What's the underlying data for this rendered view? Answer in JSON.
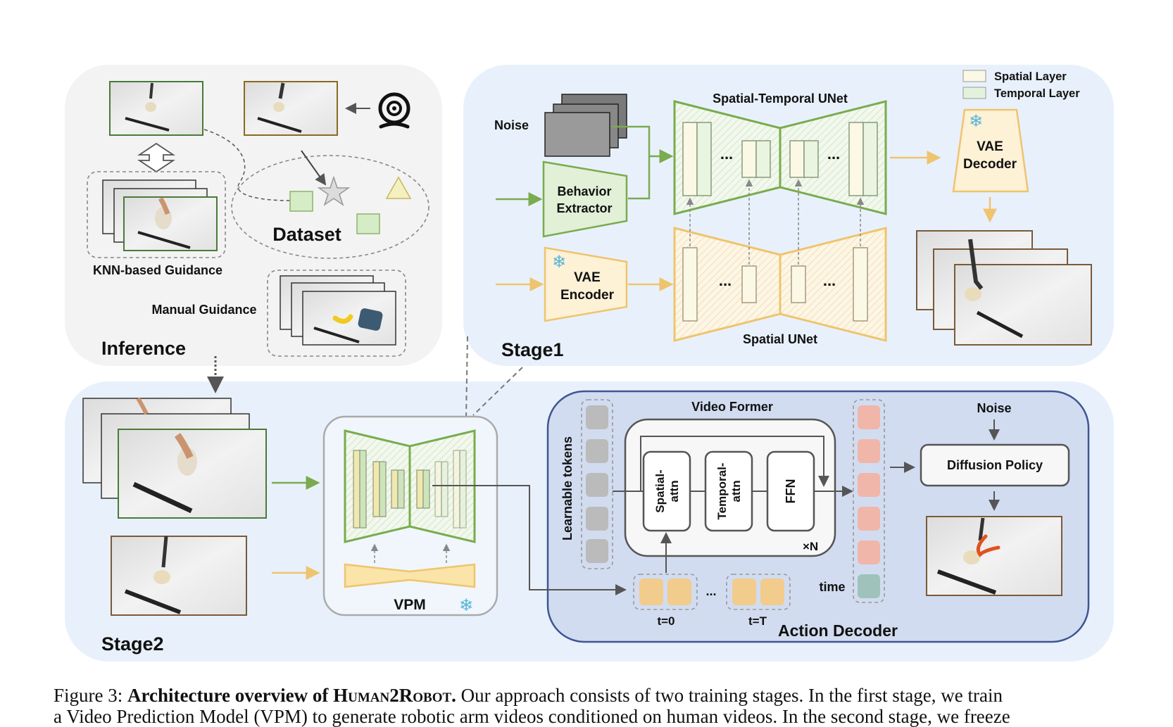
{
  "inference": {
    "title": "Inference",
    "dataset_label": "Dataset",
    "knn_label": "KNN-based Guidance",
    "manual_label": "Manual Guidance",
    "camera_icon": "webcam-icon"
  },
  "stage1": {
    "title": "Stage1",
    "noise_label": "Noise",
    "behavior_extractor_line1": "Behavior",
    "behavior_extractor_line2": "Extractor",
    "vae_encoder_line1": "VAE",
    "vae_encoder_line2": "Encoder",
    "vae_decoder_line1": "VAE",
    "vae_decoder_line2": "Decoder",
    "st_unet_label": "Spatial-Temporal UNet",
    "s_unet_label": "Spatial UNet",
    "ellipsis": "...",
    "legend": {
      "spatial_layer": "Spatial Layer",
      "temporal_layer": "Temporal Layer",
      "spatial_color": "#fbf8e6",
      "temporal_color": "#e4f2dc"
    }
  },
  "stage2": {
    "title": "Stage2",
    "vpm_label": "VPM",
    "action_decoder_label": "Action Decoder",
    "video_former_label": "Video Former",
    "learnable_tokens_label": "Learnable tokens",
    "spatial_attn_label": "Spatial-\nattn",
    "temporal_attn_label": "Temporal-\nattn",
    "ffn_label": "FFN",
    "xn_label": "×N",
    "time_label": "time",
    "noise_label": "Noise",
    "diffusion_policy_label": "Diffusion Policy",
    "t0_label": "t=0",
    "tT_label": "t=T",
    "ellipsis": "...",
    "frozen_icon": "snowflake-icon"
  },
  "colors": {
    "green": "#7aab4e",
    "yellow": "#efc46e",
    "blue_bg": "#e8f1fb",
    "gray_bg": "#f3f3f3",
    "decoder_bg": "#d2dcf0",
    "decoder_border": "#3f5592",
    "token_gray": "#bbbbbb",
    "token_pink": "#f1b6aa",
    "token_teal": "#9fc3bb",
    "token_orange": "#f1cc8c",
    "snowflake": "#58b5d8"
  },
  "caption": {
    "prefix": "Figure 3: ",
    "bold_part1": "Architecture overview of H",
    "bold_sc1": "uman",
    "bold_part2": "2R",
    "bold_sc2": "obot",
    "bold_end": ".",
    "line1_rest": " Our approach consists of two training stages. In the first stage, we train",
    "line2": "a Video Prediction Model (VPM) to generate robotic arm videos conditioned on human videos. In the second stage, we freeze"
  }
}
